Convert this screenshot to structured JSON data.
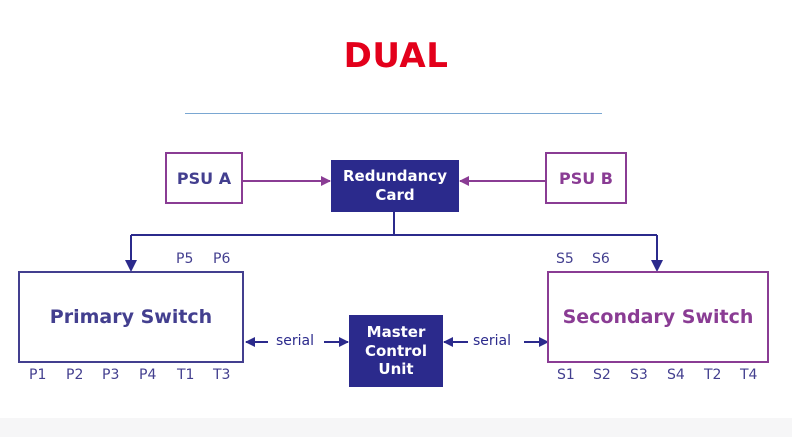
{
  "title": "DUAL",
  "colors": {
    "title": "#e3001b",
    "primary": "#2b2a8c",
    "secondary": "#8a3c94",
    "rule": "#7aa7d2"
  },
  "nodes": {
    "psu_a": "PSU A",
    "psu_b": "PSU B",
    "redundancy_card_line1": "Redundancy",
    "redundancy_card_line2": "Card",
    "primary_switch": "Primary Switch",
    "secondary_switch": "Secondary Switch",
    "master_control_line1": "Master",
    "master_control_line2": "Control",
    "master_control_line3": "Unit"
  },
  "serial_left": "serial",
  "serial_right": "serial",
  "primary_top_ports": [
    "P5",
    "P6"
  ],
  "primary_bottom_ports": [
    "P1",
    "P2",
    "P3",
    "P4",
    "T1",
    "T3"
  ],
  "secondary_top_ports": [
    "S5",
    "S6"
  ],
  "secondary_bottom_ports": [
    "S1",
    "S2",
    "S3",
    "S4",
    "T2",
    "T4"
  ]
}
